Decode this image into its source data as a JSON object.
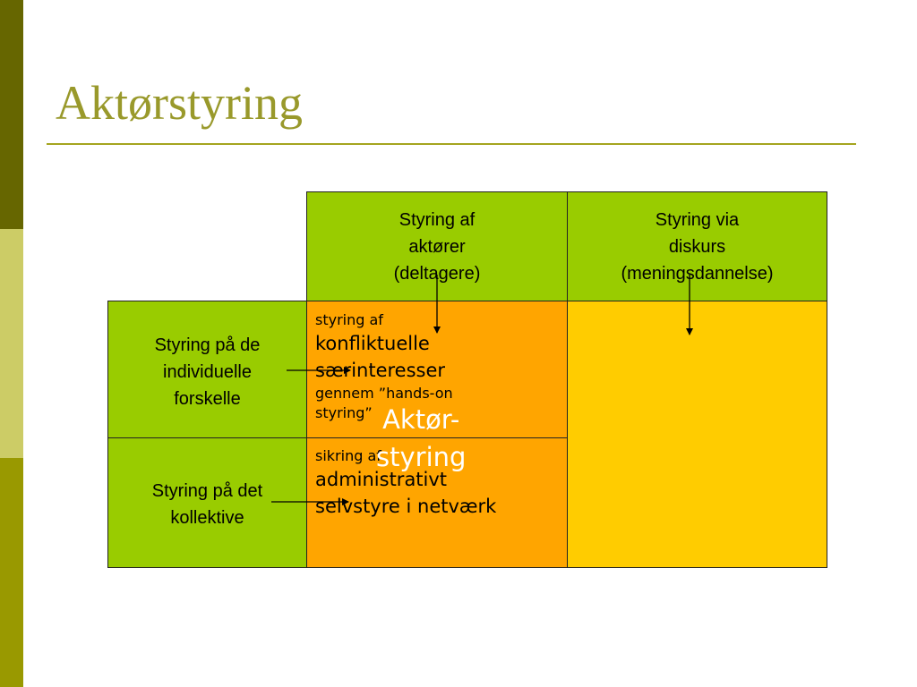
{
  "slide": {
    "title": "Aktørstyring",
    "colors": {
      "stripe_dark": "#666600",
      "stripe_light": "#cccc66",
      "stripe_mid": "#999900",
      "title": "#99992b",
      "green": "#99cc00",
      "orange": "#ffa500",
      "yellow": "#ffcc00"
    }
  },
  "matrix": {
    "col_headers": [
      {
        "lines": [
          "Styring af",
          "aktører",
          "(deltagere)"
        ]
      },
      {
        "lines": [
          "Styring via",
          "diskurs",
          "(meningsdannelse)"
        ]
      }
    ],
    "row_headers": [
      {
        "lines": [
          "Styring på de",
          "individuelle",
          "forskelle"
        ]
      },
      {
        "lines": [
          "Styring på det",
          "kollektive"
        ]
      }
    ],
    "cell_top": {
      "line1": "styring af",
      "line2": "konfliktuelle",
      "line3": "særinteresser",
      "line4": "gennem ”hands-on",
      "line5": "styring”"
    },
    "cell_bottom": {
      "line1": "sikring af",
      "line2": "administrativt",
      "line3": "selvstyre i netværk"
    },
    "overlay": {
      "line1": "Aktør-",
      "line2": "styring"
    }
  }
}
